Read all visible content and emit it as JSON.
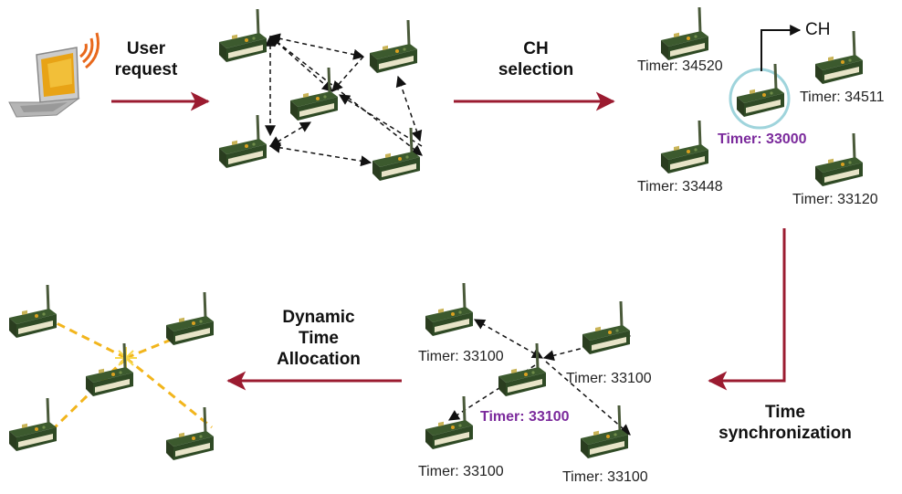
{
  "steps": {
    "user_request": [
      "User",
      "request"
    ],
    "ch_selection": [
      "CH",
      "selection"
    ],
    "time_sync": [
      "Time",
      "synchronization"
    ],
    "dynamic_alloc": [
      "Dynamic",
      "Time",
      "Allocation"
    ]
  },
  "ch_marker": "CH",
  "panel_ch_selection": {
    "timers": [
      "Timer: 34520",
      "Timer: 34511",
      "Timer: 33000",
      "Timer: 33448",
      "Timer: 33120"
    ],
    "highlighted_timer": "Timer: 33000"
  },
  "panel_time_sync": {
    "timers": [
      "Timer: 33100",
      "Timer: 33100",
      "Timer: 33100",
      "Timer: 33100",
      "Timer: 33100"
    ],
    "highlighted_timer": "Timer: 33100"
  },
  "colors": {
    "process_arrow": "#9b1b30",
    "ch_circle": "#9fd4dc",
    "allocation_lines": "#f2b51c",
    "highlight_text": "#7b2a9c"
  }
}
